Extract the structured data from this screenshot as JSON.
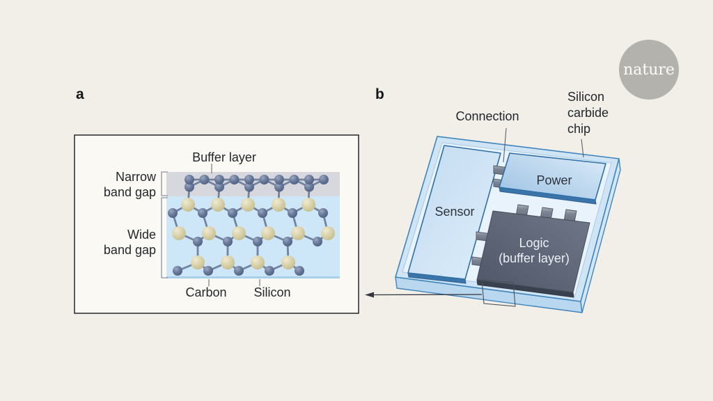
{
  "page": {
    "background": "#f1efe8"
  },
  "branding": {
    "logo_text": "nature",
    "logo_color": "#b4b2ac"
  },
  "panel_a": {
    "label": "a",
    "annotations": {
      "buffer_layer": "Buffer layer",
      "narrow_band_gap": "Narrow\nband gap",
      "wide_band_gap": "Wide\nband gap",
      "carbon": "Carbon",
      "silicon": "Silicon"
    },
    "colors": {
      "box_fill": "#faf9f3",
      "box_border": "#26262a",
      "buffer_band": "#d6d8de",
      "substrate": "#cee7f8",
      "substrate_edge": "#a8cfe9",
      "carbon_atom": "#5e6e8e",
      "silicon_atom": "#d5cda3",
      "bond": "#7283a0"
    }
  },
  "panel_b": {
    "label": "b",
    "annotations": {
      "connection": "Connection",
      "chip": "Silicon\ncarbide\nchip",
      "sensor": "Sensor",
      "power": "Power",
      "logic": "Logic\n(buffer layer)"
    },
    "colors": {
      "board_fill": "#cfe5f6",
      "board_inner": "#e9f3fb",
      "board_border": "#3f85bc",
      "board_side_bottom": "#b9d7ee",
      "board_side_right": "#d3e6f5",
      "sensor_fill": "#cde2f4",
      "power_fill": "#b7d3ec",
      "logic_fill": "#5a6172",
      "block_border": "#2f6fa6",
      "block_depth": "#3a74a9",
      "logic_depth": "#39404e",
      "connector_fill": "#7d8494",
      "arrow": "#33373f"
    }
  }
}
